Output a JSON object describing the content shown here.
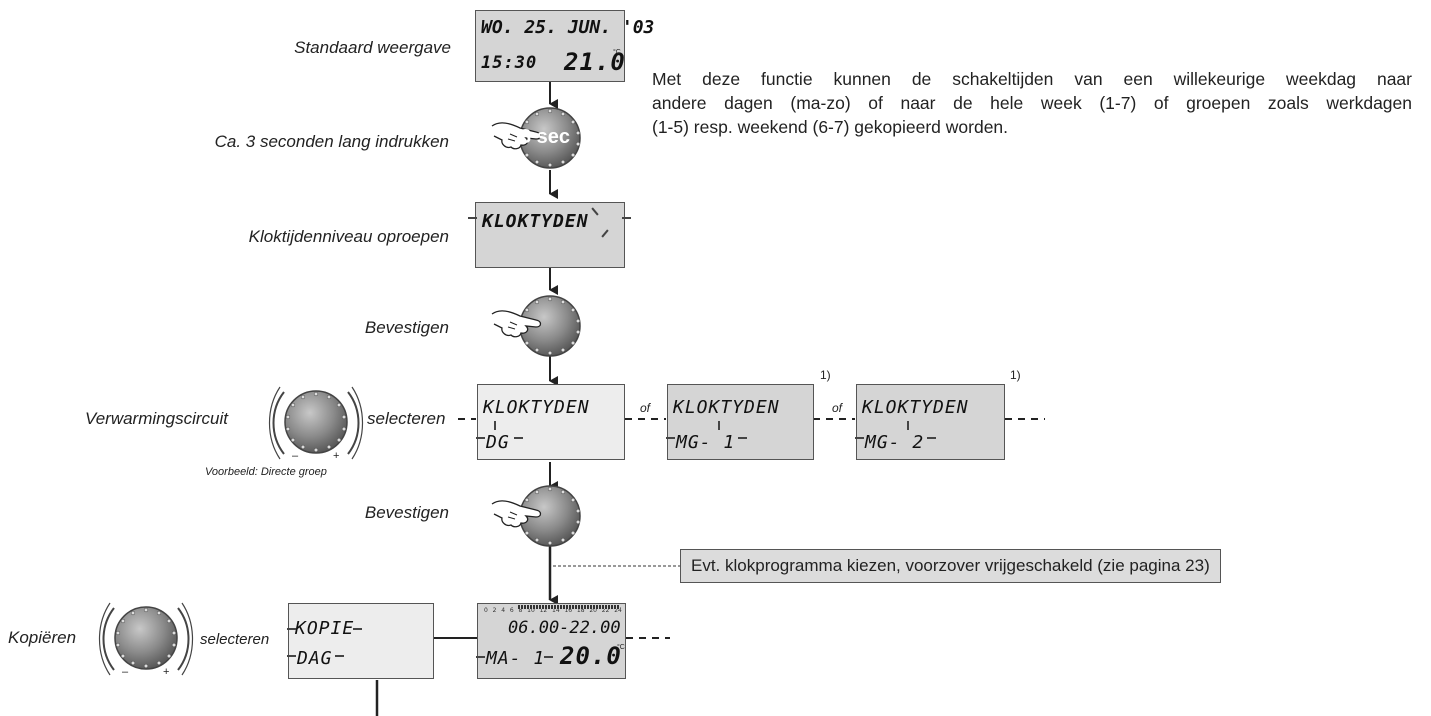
{
  "steps": {
    "standard": "Standaard weergave",
    "press3s": "Ca. 3 seconden lang indrukken",
    "klok_level": "Kloktijdenniveau oproepen",
    "confirm1": "Bevestigen",
    "circuit": "Verwarmingscircuit",
    "circuit_select": "selecteren",
    "example": "Voorbeeld: Directe groep",
    "confirm2": "Bevestigen",
    "copy": "Kopiëren",
    "copy_select": "selecteren"
  },
  "description": {
    "line1": "Met deze functie kunnen de schakeltijden van een willekeurige weekdag naar",
    "line2": "andere dagen (ma-zo) of naar de hele week (1-7) of groepen zoals werkdagen",
    "line3": "(1-5) resp. weekend (6-7) gekopieerd worden."
  },
  "displays": {
    "standard_line1": "WO. 25. JUN. '03",
    "standard_line2_time": "15:30",
    "standard_line2_temp": "21.0",
    "temp_unit": "°C",
    "klok_text": "KLOKTYDEN",
    "dg_line1": "KLOKTYDEN",
    "dg_line2": "DG",
    "mg1_line1": "KLOKTYDEN",
    "mg1_line2": "MG- 1",
    "mg2_line1": "KLOKTYDEN",
    "mg2_line2": "MG- 2",
    "kopie_line1": "KOPIE",
    "kopie_line2": "DAG",
    "program_time": "06.00-22.00",
    "program_day": "MA- 1",
    "program_temp": "20.0",
    "timeline_ticks": [
      "0",
      "2",
      "4",
      "6",
      "8",
      "10",
      "12",
      "14",
      "16",
      "18",
      "20",
      "22",
      "24"
    ]
  },
  "press_text": "3 sec",
  "of1": "of",
  "of2": "of",
  "footnote1": "1)",
  "footnote2": "1)",
  "note": "Evt. klokprogramma kiezen, voorzover vrijgeschakeld  (zie pagina 23)",
  "knob_minus": "–",
  "knob_plus": "+",
  "icons": [
    "hand-press-icon",
    "rotary-knob-icon",
    "rotate-arrows-icon",
    "arrow-down-icon"
  ]
}
